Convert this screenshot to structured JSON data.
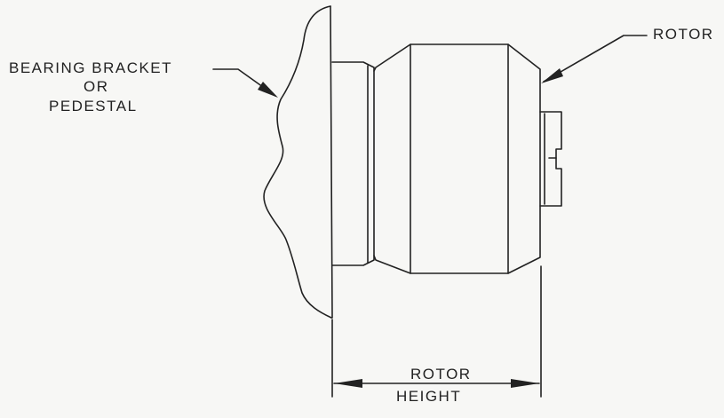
{
  "labels": {
    "bearing_line1": "BEARING BRACKET",
    "bearing_line2": "OR",
    "bearing_line3": "PEDESTAL",
    "rotor": "ROTOR",
    "dimension_line1": "ROTOR",
    "dimension_line2": "HEIGHT"
  },
  "colors": {
    "paper": "#f7f7f5",
    "ink": "#222222"
  }
}
